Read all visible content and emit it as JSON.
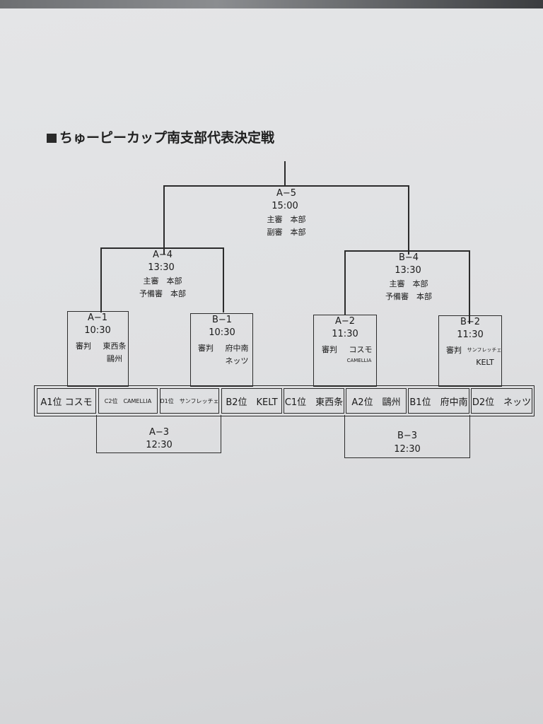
{
  "title": "ちゅーピーカップ南支部代表決定戦",
  "matches": {
    "a5": {
      "code": "A−5",
      "time": "15:00",
      "ref1": "主審　本部",
      "ref2": "副審　本部"
    },
    "a4": {
      "code": "A−4",
      "time": "13:30",
      "ref1": "主審　本部",
      "ref2": "予備審　本部"
    },
    "b4": {
      "code": "B−4",
      "time": "13:30",
      "ref1": "主審　本部",
      "ref2": "予備審　本部"
    },
    "a1": {
      "code": "A−1",
      "time": "10:30",
      "ref_label": "審判",
      "ref_team1": "東西条",
      "ref_team2": "鷗州"
    },
    "b1": {
      "code": "B−1",
      "time": "10:30",
      "ref_label": "審判",
      "ref_team1": "府中南",
      "ref_team2": "ネッツ"
    },
    "a2": {
      "code": "A−2",
      "time": "11:30",
      "ref_label": "審判",
      "ref_team1": "コスモ",
      "ref_team2": "CAMELLIA"
    },
    "b2": {
      "code": "B−2",
      "time": "11:30",
      "ref_label": "審判",
      "ref_team1": "サンフレッチェ",
      "ref_team2": "KELT"
    },
    "a3": {
      "code": "A−3",
      "time": "12:30"
    },
    "b3": {
      "code": "B−3",
      "time": "12:30"
    }
  },
  "teams": [
    "A1位 コスモ",
    "C2位　CAMELLIA",
    "D1位　サンフレッチェ",
    "B2位　KELT",
    "C1位　東西条",
    "A2位　鷗州",
    "B1位　府中南",
    "D2位　ネッツ"
  ]
}
